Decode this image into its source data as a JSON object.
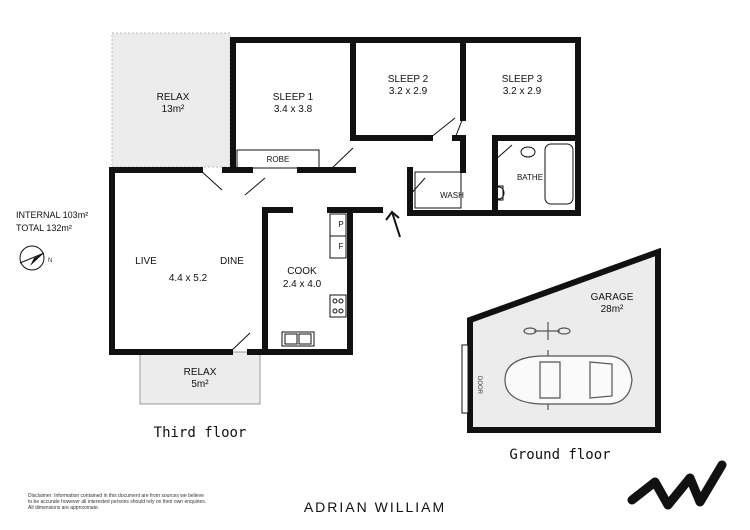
{
  "summary": {
    "internal_label": "INTERNAL 103m²",
    "total_label": "TOTAL 132m²"
  },
  "rooms": {
    "relax_top": {
      "name": "RELAX",
      "dim": "13m²"
    },
    "sleep1": {
      "name": "SLEEP 1",
      "dim": "3.4 x 3.8"
    },
    "robe": {
      "name": "ROBE"
    },
    "sleep2": {
      "name": "SLEEP 2",
      "dim": "3.2 x 2.9"
    },
    "sleep3": {
      "name": "SLEEP 3",
      "dim": "3.2 x 2.9"
    },
    "bathe": {
      "name": "BATHE"
    },
    "wash": {
      "name": "WASH"
    },
    "live": {
      "name": "LIVE",
      "dim": "4.4 x 5.2"
    },
    "dine": {
      "name": "DINE"
    },
    "cook": {
      "name": "COOK",
      "dim": "2.4 x 4.0"
    },
    "pantry": {
      "name": "P"
    },
    "fridge": {
      "name": "F"
    },
    "relax_bottom": {
      "name": "RELAX",
      "dim": "5m²"
    },
    "garage": {
      "name": "GARAGE",
      "dim": "28m²"
    },
    "door_label": "DOOR"
  },
  "floors": {
    "third": "Third floor",
    "ground": "Ground floor"
  },
  "brand": {
    "name": "ADRIAN WILLIAM"
  },
  "disclaimer": {
    "line1": "Disclaimer: Information contained in this document are from sources we believe",
    "line2": "to be accurate however all interested persons should rely on their own enquiries.",
    "line3": "All dimensions are approximate."
  },
  "colors": {
    "wall": "#111111",
    "balcony_fill": "#ececec",
    "garage_fill": "#ececec"
  },
  "icons": {
    "compass": "compass-icon",
    "entry_arrow": "entry-arrow-icon",
    "logo": "logo-mark-icon",
    "car": "car-icon",
    "motorbike": "motorbike-icon"
  }
}
